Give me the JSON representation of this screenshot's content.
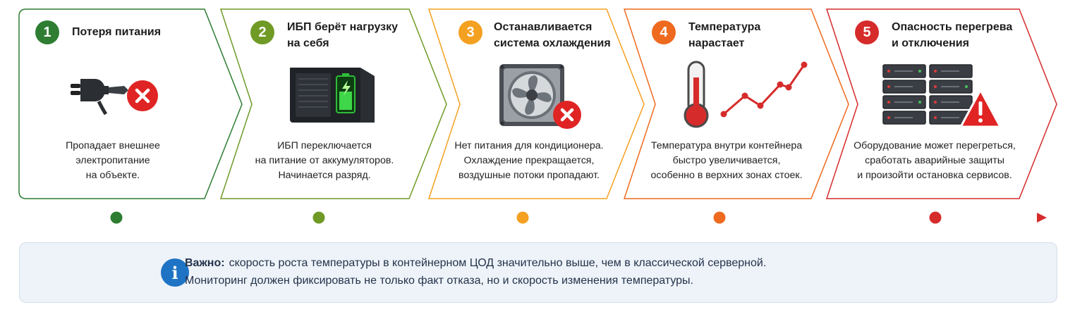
{
  "steps": [
    {
      "number": "1",
      "title": [
        "Потеря питания"
      ],
      "description": [
        "Пропадает внешнее",
        "электропитание",
        "на объекте."
      ],
      "color": "#2e7d32",
      "icon": "power-plug-icon"
    },
    {
      "number": "2",
      "title": [
        "ИБП берёт нагрузку",
        "на себя"
      ],
      "description": [
        "ИБП переключается",
        "на питание от аккумуляторов.",
        "Начинается разряд."
      ],
      "color": "#6f9a25",
      "icon": "ups-battery-icon"
    },
    {
      "number": "3",
      "title": [
        "Останавливается",
        "система охлаждения"
      ],
      "description": [
        "Нет питания для кондиционера.",
        "Охлаждение прекращается,",
        "воздушные потоки пропадают."
      ],
      "color": "#f4a020",
      "icon": "cooling-fan-icon"
    },
    {
      "number": "4",
      "title": [
        "Температура",
        "нарастает"
      ],
      "description": [
        "Температура внутри контейнера",
        "быстро увеличивается,",
        "особенно в верхних зонах стоек."
      ],
      "color": "#ee6a1f",
      "icon": "thermometer-icon"
    },
    {
      "number": "5",
      "title": [
        "Опасность перегрева",
        "и отключения"
      ],
      "description": [
        "Оборудование может перегреться,",
        "сработать аварийные защиты",
        "и произойти остановка сервисов."
      ],
      "color": "#d62b2b",
      "icon": "server-rack-icon"
    }
  ],
  "timeline": {
    "colors": [
      "#2e7d32",
      "#6f9a25",
      "#f4a020",
      "#ee6a1f",
      "#d62b2b"
    ]
  },
  "note": {
    "icon": "info-icon",
    "strong": "Важно:",
    "line1": "скорость роста температуры в контейнерном ЦОД значительно выше, чем в классической серверной.",
    "line2": "Мониторинг должен фиксировать не только факт отказа, но и скорость изменения температуры."
  }
}
